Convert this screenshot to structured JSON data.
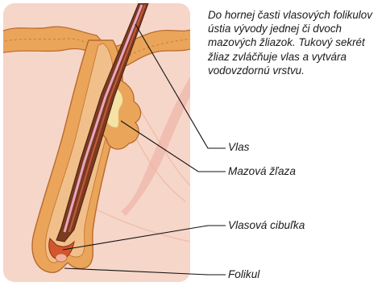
{
  "description_text": "Do hornej časti vlasových folikulov ústia vývody jednej či dvoch mazových žliazok. Tukový sekrét žliaz zvláčňuje vlas a vytvára vodovzdornú vrstvu.",
  "labels": {
    "hair": "Vlas",
    "sebaceous_gland": "Mazová žľaza",
    "hair_bulb": "Vlasová cibuľka",
    "follicle": "Folikul"
  },
  "colors": {
    "skin_background": "#f6d6c9",
    "epidermis": "#e9a24f",
    "follicle_wall": "#eaa55a",
    "hair_shaft": "#7a3b1f",
    "sebum": "#f5e3a6",
    "leader_lines": "#111111"
  }
}
